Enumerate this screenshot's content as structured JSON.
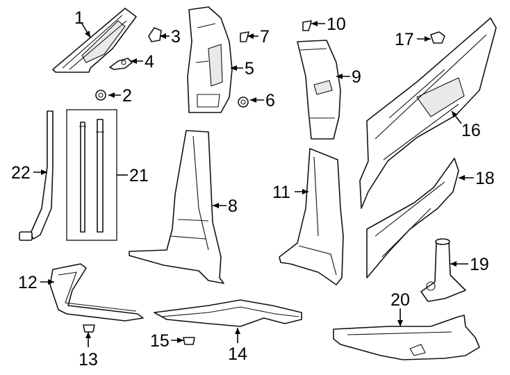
{
  "diagram": {
    "callouts": [
      {
        "id": "c1",
        "text": "1"
      },
      {
        "id": "c2",
        "text": "2"
      },
      {
        "id": "c3",
        "text": "3"
      },
      {
        "id": "c4",
        "text": "4"
      },
      {
        "id": "c5",
        "text": "5"
      },
      {
        "id": "c6",
        "text": "6"
      },
      {
        "id": "c7",
        "text": "7"
      },
      {
        "id": "c8",
        "text": "8"
      },
      {
        "id": "c9",
        "text": "9"
      },
      {
        "id": "c10",
        "text": "10"
      },
      {
        "id": "c11",
        "text": "11"
      },
      {
        "id": "c12",
        "text": "12"
      },
      {
        "id": "c13",
        "text": "13"
      },
      {
        "id": "c14",
        "text": "14"
      },
      {
        "id": "c15",
        "text": "15"
      },
      {
        "id": "c16",
        "text": "16"
      },
      {
        "id": "c17",
        "text": "17"
      },
      {
        "id": "c18",
        "text": "18"
      },
      {
        "id": "c19",
        "text": "19"
      },
      {
        "id": "c20",
        "text": "20"
      },
      {
        "id": "c21",
        "text": "21"
      },
      {
        "id": "c22",
        "text": "22"
      }
    ],
    "colors": {
      "line": "#111111",
      "background": "#ffffff",
      "fill": "#ffffff"
    }
  }
}
